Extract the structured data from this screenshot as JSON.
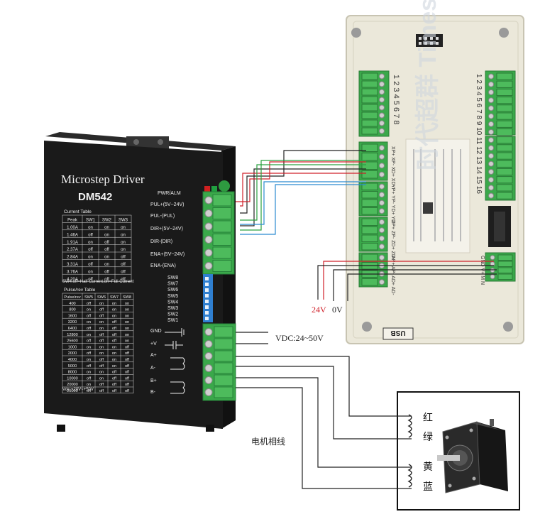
{
  "driver": {
    "title": "Microstep Driver",
    "model": "DM542",
    "pwr_alm": "PWR/ALM",
    "signals": [
      "PUL+(5V~24V)",
      "PUL-(PUL)",
      "DIR+(5V~24V)",
      "DIR-(DIR)",
      "ENA+(5V~24V)",
      "ENA-(ENA)"
    ],
    "switches": [
      "SW8",
      "SW7",
      "SW6",
      "SW5",
      "SW4",
      "SW3",
      "SW2",
      "SW1"
    ],
    "power_terminals": [
      "GND",
      "+V",
      "A+",
      "A-",
      "B+",
      "B-"
    ],
    "current_table": {
      "title": "Current Table",
      "headers": [
        "Peak",
        "SW1",
        "SW2",
        "SW3"
      ],
      "rows": [
        [
          "1.00A",
          "on",
          "on",
          "on"
        ],
        [
          "1.46A",
          "off",
          "on",
          "on"
        ],
        [
          "1.91A",
          "on",
          "off",
          "on"
        ],
        [
          "2.37A",
          "off",
          "off",
          "on"
        ],
        [
          "2.84A",
          "on",
          "on",
          "off"
        ],
        [
          "3.31A",
          "off",
          "on",
          "off"
        ],
        [
          "3.76A",
          "on",
          "off",
          "off"
        ],
        [
          "4.20A",
          "off",
          "off",
          "off"
        ]
      ],
      "footnote": "SW4:off=Half Current;on=Full Current"
    },
    "pulse_table": {
      "title": "Pulse/rev Table",
      "headers": [
        "Pulse/rev",
        "SW5",
        "SW6",
        "SW7",
        "SW8"
      ],
      "rows": [
        [
          "400",
          "off",
          "on",
          "on",
          "on"
        ],
        [
          "800",
          "on",
          "off",
          "on",
          "on"
        ],
        [
          "1600",
          "off",
          "off",
          "on",
          "on"
        ],
        [
          "3200",
          "on",
          "on",
          "off",
          "on"
        ],
        [
          "6400",
          "off",
          "on",
          "off",
          "on"
        ],
        [
          "12800",
          "on",
          "off",
          "off",
          "on"
        ],
        [
          "25600",
          "off",
          "off",
          "off",
          "on"
        ],
        [
          "1000",
          "on",
          "on",
          "on",
          "off"
        ],
        [
          "2000",
          "off",
          "on",
          "on",
          "off"
        ],
        [
          "4000",
          "on",
          "off",
          "on",
          "off"
        ],
        [
          "5000",
          "off",
          "off",
          "on",
          "off"
        ],
        [
          "8000",
          "on",
          "on",
          "off",
          "off"
        ],
        [
          "10000",
          "off",
          "on",
          "off",
          "off"
        ],
        [
          "20000",
          "on",
          "off",
          "off",
          "off"
        ],
        [
          "25000",
          "off",
          "off",
          "off",
          "off"
        ]
      ],
      "footnote": "Vdc:+20V~+50V"
    }
  },
  "controller": {
    "top_numbers": [
      "1",
      "2",
      "3",
      "4",
      "5",
      "6",
      "7",
      "8"
    ],
    "right_numbers": [
      "1",
      "2",
      "3",
      "4",
      "5",
      "6",
      "7",
      "8",
      "9",
      "10",
      "11",
      "12",
      "13",
      "14",
      "15",
      "16"
    ],
    "left_block_labels": [
      "XP+ XP- XD+ XD-",
      "YP+ YP- YD+ YD-",
      "ZP+ ZP- ZD+ ZD-",
      "AP+ AP- AD+ AD-"
    ],
    "power_labels": [
      "GND",
      "V+",
      "M",
      "N"
    ],
    "usb_label": "USB",
    "watermark": "时代超群 Times Brilliant",
    "power_notes": [
      "24V",
      "0V"
    ]
  },
  "annotations": {
    "vdc": "VDC:24~50V",
    "motor_phase_label": "电机相线",
    "motor_colors": [
      "红",
      "绿",
      "黄",
      "蓝"
    ]
  },
  "colors": {
    "driver_body": "#1a1a1a",
    "terminal_green": "#3aa84a",
    "controller_body": "#ebe8da",
    "wire_red": "#d0202a",
    "wire_green": "#2aa040",
    "wire_blue": "#2a8ad0",
    "wire_black": "#222222"
  }
}
